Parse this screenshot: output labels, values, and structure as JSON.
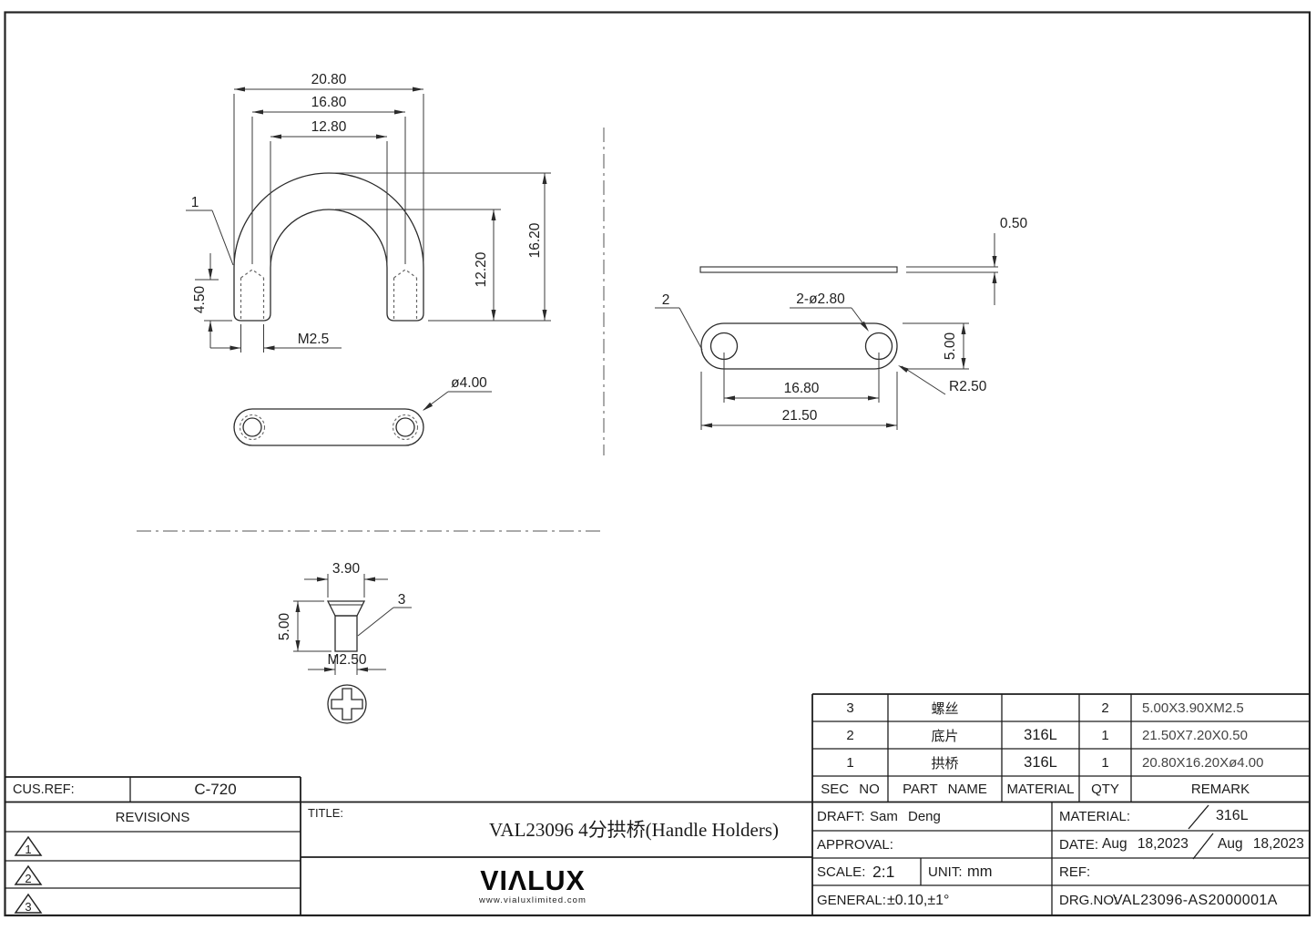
{
  "drawing": {
    "views": {
      "arch": {
        "balloon": "1",
        "dim_outer_width": "20.80",
        "dim_mid_width": "16.80",
        "dim_inner_width": "12.80",
        "dim_inner_height": "12.20",
        "dim_outer_height": "16.20",
        "dim_thread_depth": "4.50",
        "dim_thread": "M2.5",
        "dim_rod_dia": "ø4.00"
      },
      "plate": {
        "balloon": "2",
        "dim_thickness": "0.50",
        "dim_holes": "2-ø2.80",
        "dim_width": "5.00",
        "dim_hole_spacing": "16.80",
        "dim_length": "21.50",
        "dim_radius": "R2.50"
      },
      "screw": {
        "balloon": "3",
        "dim_head_dia": "3.90",
        "dim_length": "5.00",
        "dim_thread": "M2.50"
      }
    }
  },
  "parts_table": {
    "headers": {
      "sec_no": "SEC NO",
      "part_name": "PART NAME",
      "material": "MATERIAL",
      "qty": "QTY",
      "remark": "REMARK"
    },
    "rows": [
      {
        "sec_no": "3",
        "part_name": "螺丝",
        "material": "",
        "qty": "2",
        "remark": "5.00X3.90XM2.5"
      },
      {
        "sec_no": "2",
        "part_name": "底片",
        "material": "316L",
        "qty": "1",
        "remark": "21.50X7.20X0.50"
      },
      {
        "sec_no": "1",
        "part_name": "拱桥",
        "material": "316L",
        "qty": "1",
        "remark": "20.80X16.20Xø4.00"
      }
    ]
  },
  "title_block": {
    "cus_ref_label": "CUS.REF:",
    "cus_ref_value": "C-720",
    "revisions_label": "REVISIONS",
    "revision_marks": [
      "1",
      "2",
      "3"
    ],
    "title_label": "TITLE:",
    "title_value": "VAL23096  4分拱桥(Handle Holders)",
    "logo_text": "VIΛLUX",
    "logo_url": "www.vialuxlimited.com",
    "draft_label": "DRAFT:",
    "draft_value": "Sam Deng",
    "approval_label": "APPROVAL:",
    "material_label": "MATERIAL:",
    "material_value": "316L",
    "date_label": "DATE:",
    "date_value_1": "Aug 18,2023",
    "date_value_2": "Aug 18,2023",
    "scale_label": "SCALE:",
    "scale_value": "2:1",
    "unit_label": "UNIT:",
    "unit_value": "mm",
    "ref_label": "REF:",
    "general_label": "GENERAL:",
    "general_value": "±0.10,±1°",
    "drg_no_label": "DRG.NO:",
    "drg_no_value": "VAL23096-AS2000001A"
  }
}
